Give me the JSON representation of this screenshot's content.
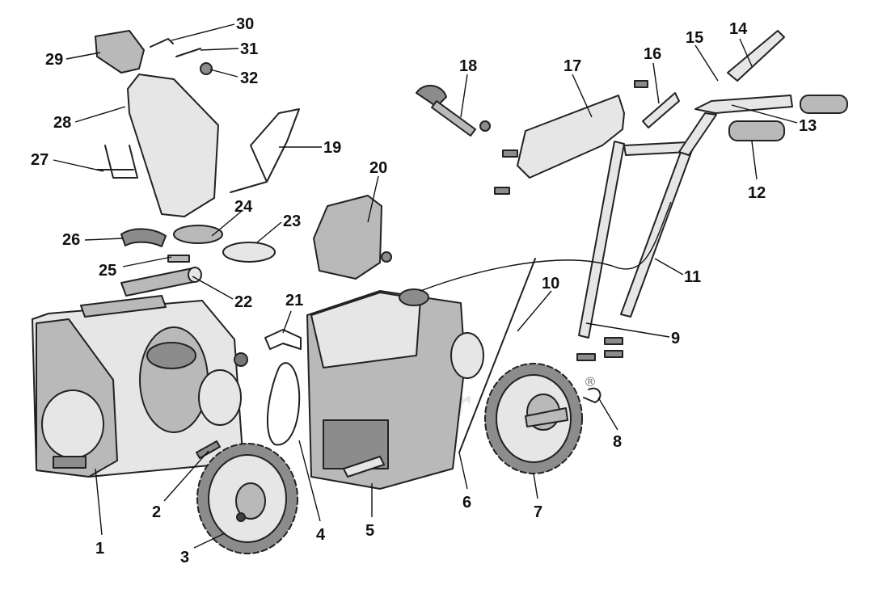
{
  "callouts": [
    "1",
    "2",
    "3",
    "4",
    "5",
    "6",
    "7",
    "8",
    "9",
    "10",
    "11",
    "12",
    "13",
    "14",
    "15",
    "16",
    "17",
    "18",
    "19",
    "20",
    "21",
    "22",
    "23",
    "24",
    "25",
    "26",
    "27",
    "28",
    "29",
    "30",
    "31",
    "32"
  ],
  "watermark": {
    "registered": "®"
  }
}
